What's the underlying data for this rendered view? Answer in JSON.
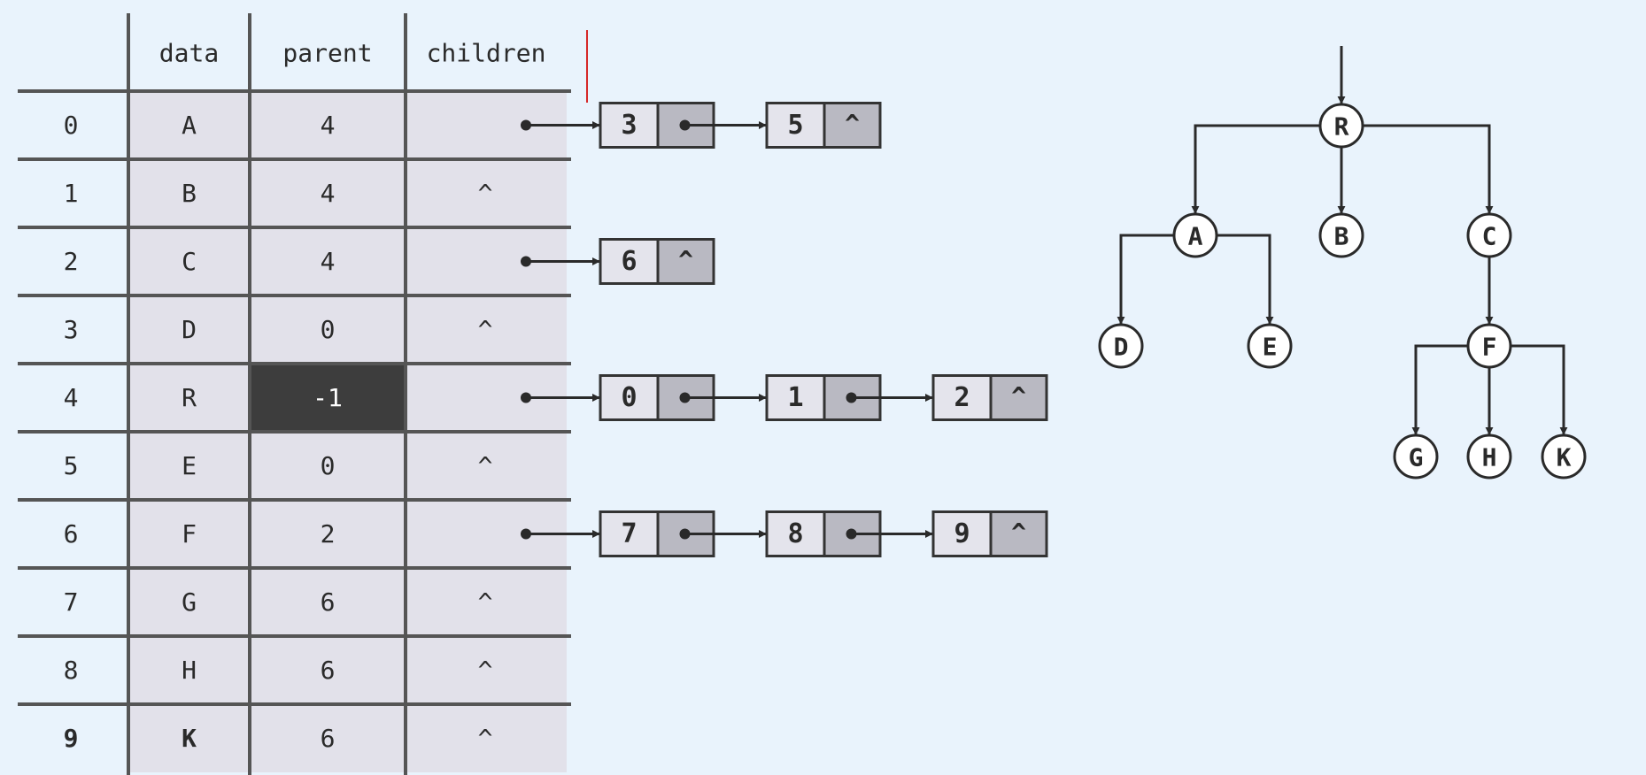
{
  "table": {
    "headers": {
      "data": "data",
      "parent": "parent",
      "children": "children"
    },
    "rows": [
      {
        "index": "0",
        "data": "A",
        "parent": "4",
        "children": ""
      },
      {
        "index": "1",
        "data": "B",
        "parent": "4",
        "children": "^"
      },
      {
        "index": "2",
        "data": "C",
        "parent": "4",
        "children": ""
      },
      {
        "index": "3",
        "data": "D",
        "parent": "0",
        "children": "^"
      },
      {
        "index": "4",
        "data": "R",
        "parent": "-1",
        "children": ""
      },
      {
        "index": "5",
        "data": "E",
        "parent": "0",
        "children": "^"
      },
      {
        "index": "6",
        "data": "F",
        "parent": "2",
        "children": ""
      },
      {
        "index": "7",
        "data": "G",
        "parent": "6",
        "children": "^"
      },
      {
        "index": "8",
        "data": "H",
        "parent": "6",
        "children": "^"
      },
      {
        "index": "9",
        "data": "K",
        "parent": "6",
        "children": "^"
      }
    ],
    "highlighted_row": 4
  },
  "child_lists": [
    {
      "row": 0,
      "nodes": [
        {
          "value": "3",
          "next": ""
        },
        {
          "value": "5",
          "next": "^"
        }
      ]
    },
    {
      "row": 2,
      "nodes": [
        {
          "value": "6",
          "next": "^"
        }
      ]
    },
    {
      "row": 4,
      "nodes": [
        {
          "value": "0",
          "next": ""
        },
        {
          "value": "1",
          "next": ""
        },
        {
          "value": "2",
          "next": "^"
        }
      ]
    },
    {
      "row": 6,
      "nodes": [
        {
          "value": "7",
          "next": ""
        },
        {
          "value": "8",
          "next": ""
        },
        {
          "value": "9",
          "next": "^"
        }
      ]
    }
  ],
  "tree": {
    "nodes": [
      "R",
      "A",
      "B",
      "C",
      "D",
      "E",
      "F",
      "G",
      "H",
      "K"
    ],
    "edges": [
      [
        "R",
        "A"
      ],
      [
        "R",
        "B"
      ],
      [
        "R",
        "C"
      ],
      [
        "A",
        "D"
      ],
      [
        "A",
        "E"
      ],
      [
        "C",
        "F"
      ],
      [
        "F",
        "G"
      ],
      [
        "F",
        "H"
      ],
      [
        "F",
        "K"
      ]
    ]
  },
  "colors": {
    "background": "#e9f3fc",
    "table_fill": "#e2e1ea",
    "grid": "#555555",
    "highlight_fill": "#3d3d3d",
    "highlight_text": "#ffffff",
    "node_value_fill": "#e4e4ec",
    "node_pointer_fill": "#b9b9c2",
    "cursor": "#d62828"
  }
}
